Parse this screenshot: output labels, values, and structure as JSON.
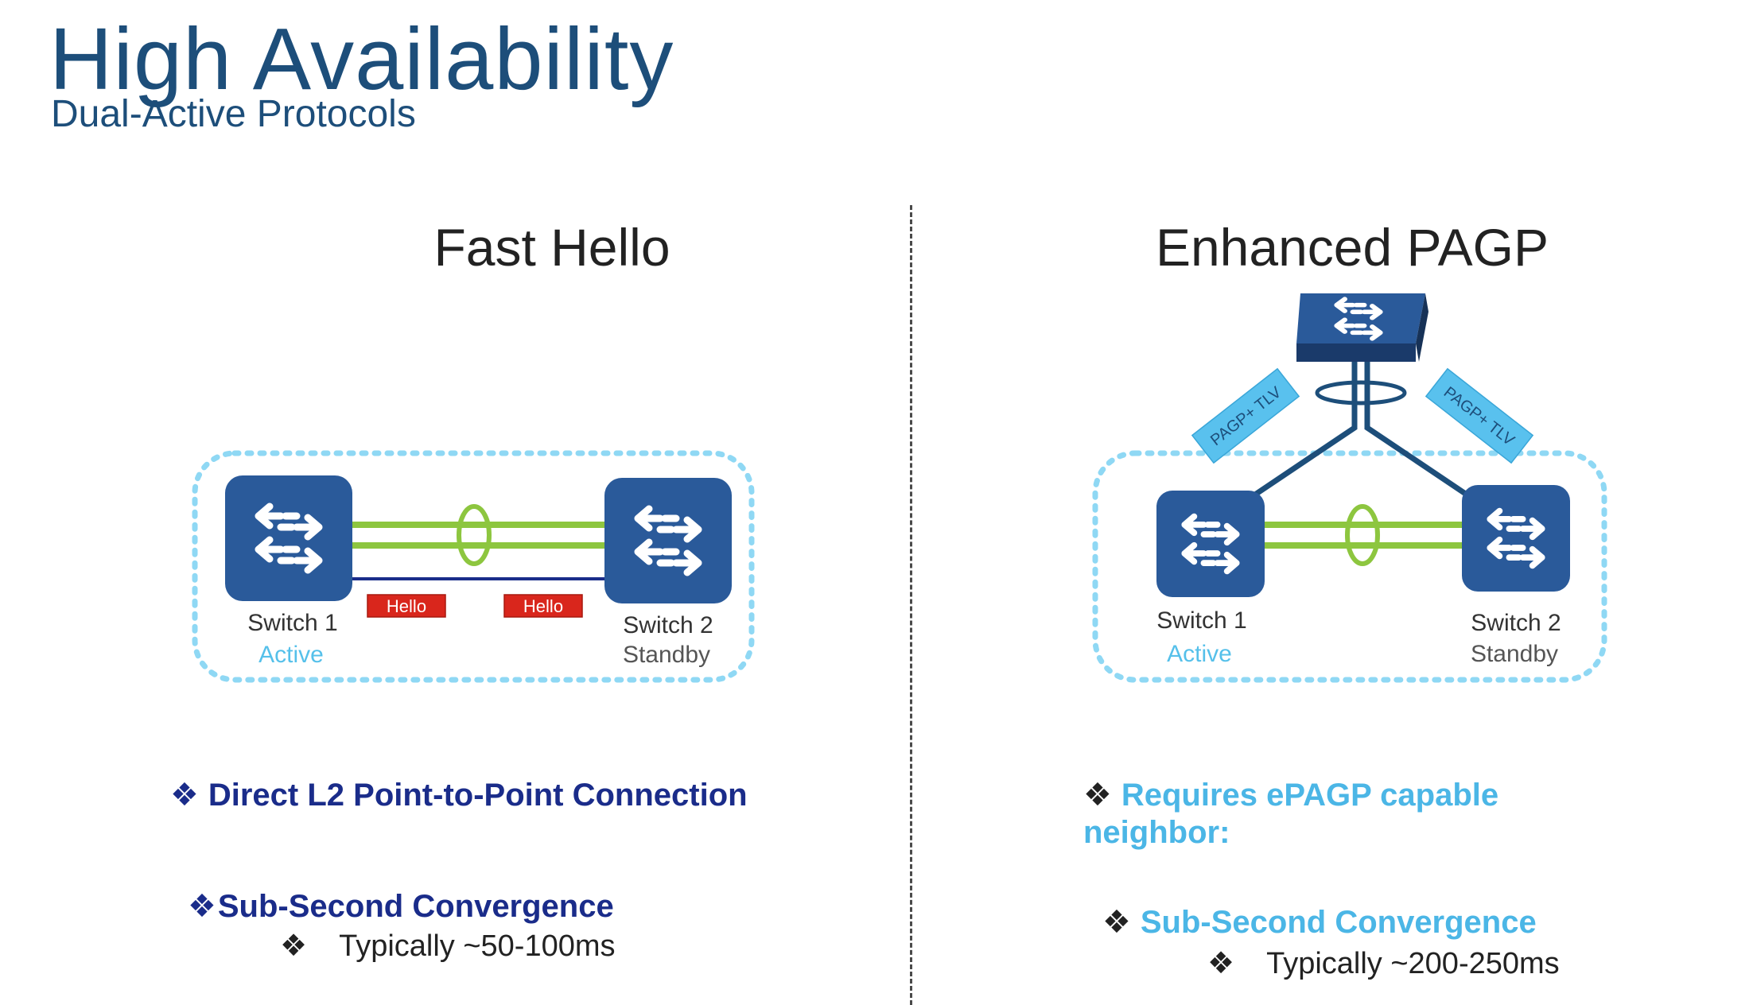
{
  "header": {
    "title": "High Availability",
    "subtitle": "Dual-Active Protocols"
  },
  "fast_hello": {
    "title": "Fast Hello",
    "switch1": {
      "name": "Switch 1",
      "state": "Active"
    },
    "switch2": {
      "name": "Switch 2",
      "state": "Standby"
    },
    "hello_labels": [
      "Hello",
      "Hello"
    ],
    "bullets": [
      {
        "mark": "❖",
        "text": "Direct L2 Point-to-Point Connection"
      },
      {
        "mark": "❖",
        "text": "Sub-Second Convergence"
      }
    ],
    "sub_bullet": {
      "mark": "❖",
      "text": "Typically ~50-100ms"
    }
  },
  "enhanced_pagp": {
    "title": "Enhanced PAGP",
    "switch1": {
      "name": "Switch 1",
      "state": "Active"
    },
    "switch2": {
      "name": "Switch 2",
      "state": "Standby"
    },
    "tlv_labels": [
      "PAGP+ TLV",
      "PAGP+ TLV"
    ],
    "bullets": [
      {
        "mark": "❖",
        "text": "Requires ePAGP capable",
        "text2": "neighbor:"
      },
      {
        "mark": "❖",
        "text": "Sub-Second Convergence"
      }
    ],
    "sub_bullet": {
      "mark": "❖",
      "text": "Typically ~200-250ms"
    }
  },
  "colors": {
    "title_blue": "#1d4e7a",
    "switch_blue": "#2a5a9a",
    "link_green": "#8dc63f",
    "dotted_cyan": "#8fd8f4",
    "hello_red": "#d9261c",
    "bullet_navy": "#1a2c8a",
    "bullet_cyan": "#4bb6e6"
  }
}
